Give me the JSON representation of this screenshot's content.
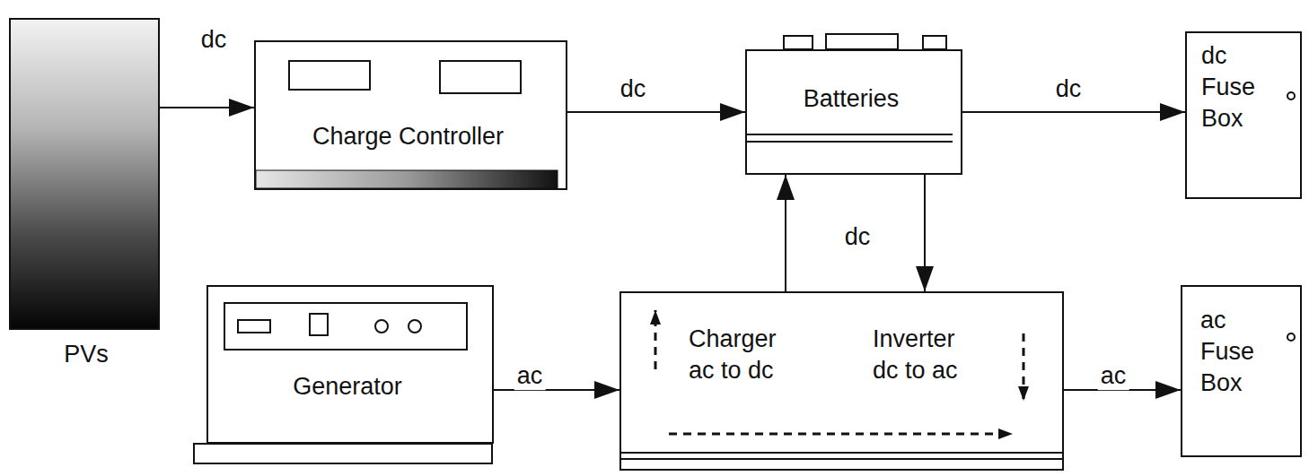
{
  "diagram": {
    "nodes": [
      {
        "text": [
          "PVs"
        ]
      },
      {
        "text": [
          "Charge Controller"
        ]
      },
      {
        "text": [
          "Batteries"
        ]
      },
      {
        "text": [
          "dc Fuse Box"
        ]
      },
      {
        "text": [
          "Generator"
        ]
      },
      {
        "text": [
          "Charger ac to dc",
          "Inverter dc to ac"
        ]
      },
      {
        "text": [
          "ac Fuse Box"
        ]
      }
    ],
    "edges": [
      {
        "from": 0,
        "to": 1,
        "arrow": "to",
        "label": "dc"
      },
      {
        "from": 1,
        "to": 2,
        "arrow": "to",
        "label": "dc"
      },
      {
        "from": 2,
        "to": 3,
        "arrow": "to",
        "label": "dc"
      },
      {
        "from": 5,
        "to": 2,
        "arrow": "to",
        "label": "dc"
      },
      {
        "from": 2,
        "to": 5,
        "arrow": "to"
      },
      {
        "from": 4,
        "to": 5,
        "arrow": "to",
        "label": "ac"
      },
      {
        "from": 5,
        "to": 6,
        "arrow": "to",
        "label": "ac"
      }
    ]
  }
}
